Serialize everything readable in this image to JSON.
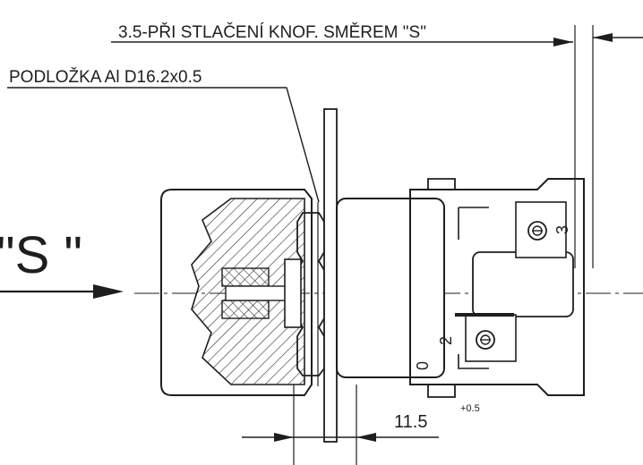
{
  "annotations": {
    "top_note": "3.5-PŘI STLAČENÍ KNOF. SMĚREM \"S\"",
    "washer_note": "PODLOŽKA Al D16.2x0.5",
    "direction_label": "\"S \"",
    "dimension_value": "11.5",
    "tolerance": "+0.5",
    "position_0": "0",
    "position_2": "2",
    "position_3": "3"
  },
  "colors": {
    "ink": "#1e1e1e",
    "paper": "#ffffff"
  }
}
